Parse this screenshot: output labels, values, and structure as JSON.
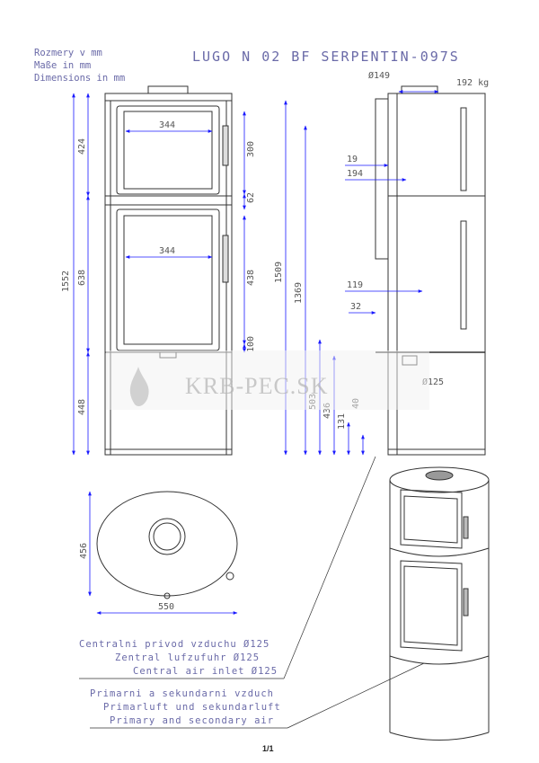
{
  "header": {
    "units": [
      "Rozmery v mm",
      "Maße in mm",
      "Dimensions in mm"
    ],
    "model": "LUGO N 02 BF SERPENTIN-097S",
    "flue": "Ø149",
    "weight": "192 kg"
  },
  "front_view": {
    "door_width_top": "344",
    "door_width_bottom": "344",
    "h_424": "424",
    "h_1552": "1552",
    "h_638": "638",
    "h_448": "448",
    "h_300": "300",
    "h_62": "62",
    "h_438": "438",
    "h_100": "100"
  },
  "side_view": {
    "d_19": "19",
    "d_194": "194",
    "d_119": "119",
    "d_32": "32",
    "h_1509": "1509",
    "h_1369": "1369",
    "h_503": "503",
    "h_436": "436",
    "h_131": "131",
    "h_40": "40",
    "air_inlet": "Ø125"
  },
  "top_view": {
    "depth": "456",
    "width": "550"
  },
  "notes": {
    "central_air": [
      "Centralni privod vzduchu Ø125",
      "Zentral lufzufuhr Ø125",
      "Central air inlet Ø125"
    ],
    "primary_air": [
      "Primarni a sekundarni vzduch",
      "Primarluft und sekundarluft",
      "Primary and secondary air"
    ]
  },
  "watermark": "KRB-PEC.SK",
  "page_number": "1/1",
  "colors": {
    "line": "#333333",
    "dimension": "#1a1aff",
    "text": "#6a6aa8"
  }
}
